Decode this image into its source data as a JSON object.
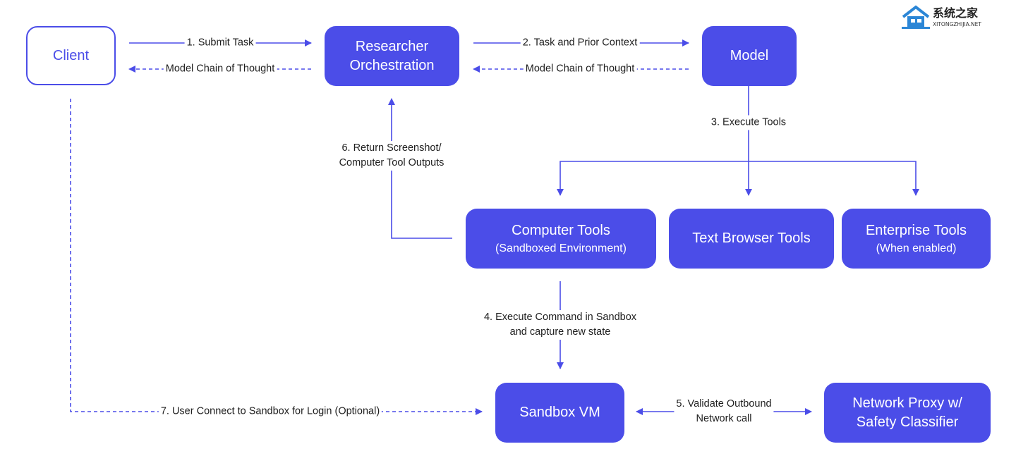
{
  "nodes": {
    "client": "Client",
    "researcher": [
      "Researcher",
      "Orchestration"
    ],
    "model": "Model",
    "computer_tools": {
      "title": "Computer Tools",
      "subtitle": "(Sandboxed Environment)"
    },
    "text_browser_tools": "Text Browser Tools",
    "enterprise_tools": {
      "title": "Enterprise Tools",
      "subtitle": "(When enabled)"
    },
    "sandbox_vm": "Sandbox VM",
    "network_proxy": [
      "Network Proxy w/",
      "Safety Classifier"
    ]
  },
  "edges": {
    "submit_task": "1. Submit Task",
    "client_chain_of_thought": "Model Chain of  Thought",
    "task_prior_context": "2. Task and Prior Context",
    "researcher_chain_of_thought": "Model Chain of  Thought",
    "execute_tools": "3. Execute Tools",
    "execute_command": [
      "4. Execute Command in Sandbox",
      "and capture new state"
    ],
    "validate_outbound": [
      "5. Validate Outbound",
      "Network call"
    ],
    "return_screenshot": [
      "6. Return Screenshot/",
      "Computer Tool Outputs"
    ],
    "user_connect": "7. User Connect to Sandbox for Login (Optional)"
  },
  "watermark": {
    "text": "系统之家",
    "subtext": "XITONGZHIJIA.NET"
  },
  "colors": {
    "accent": "#4b4de8",
    "line": "#4b4de8",
    "text": "#1e1e1e"
  }
}
